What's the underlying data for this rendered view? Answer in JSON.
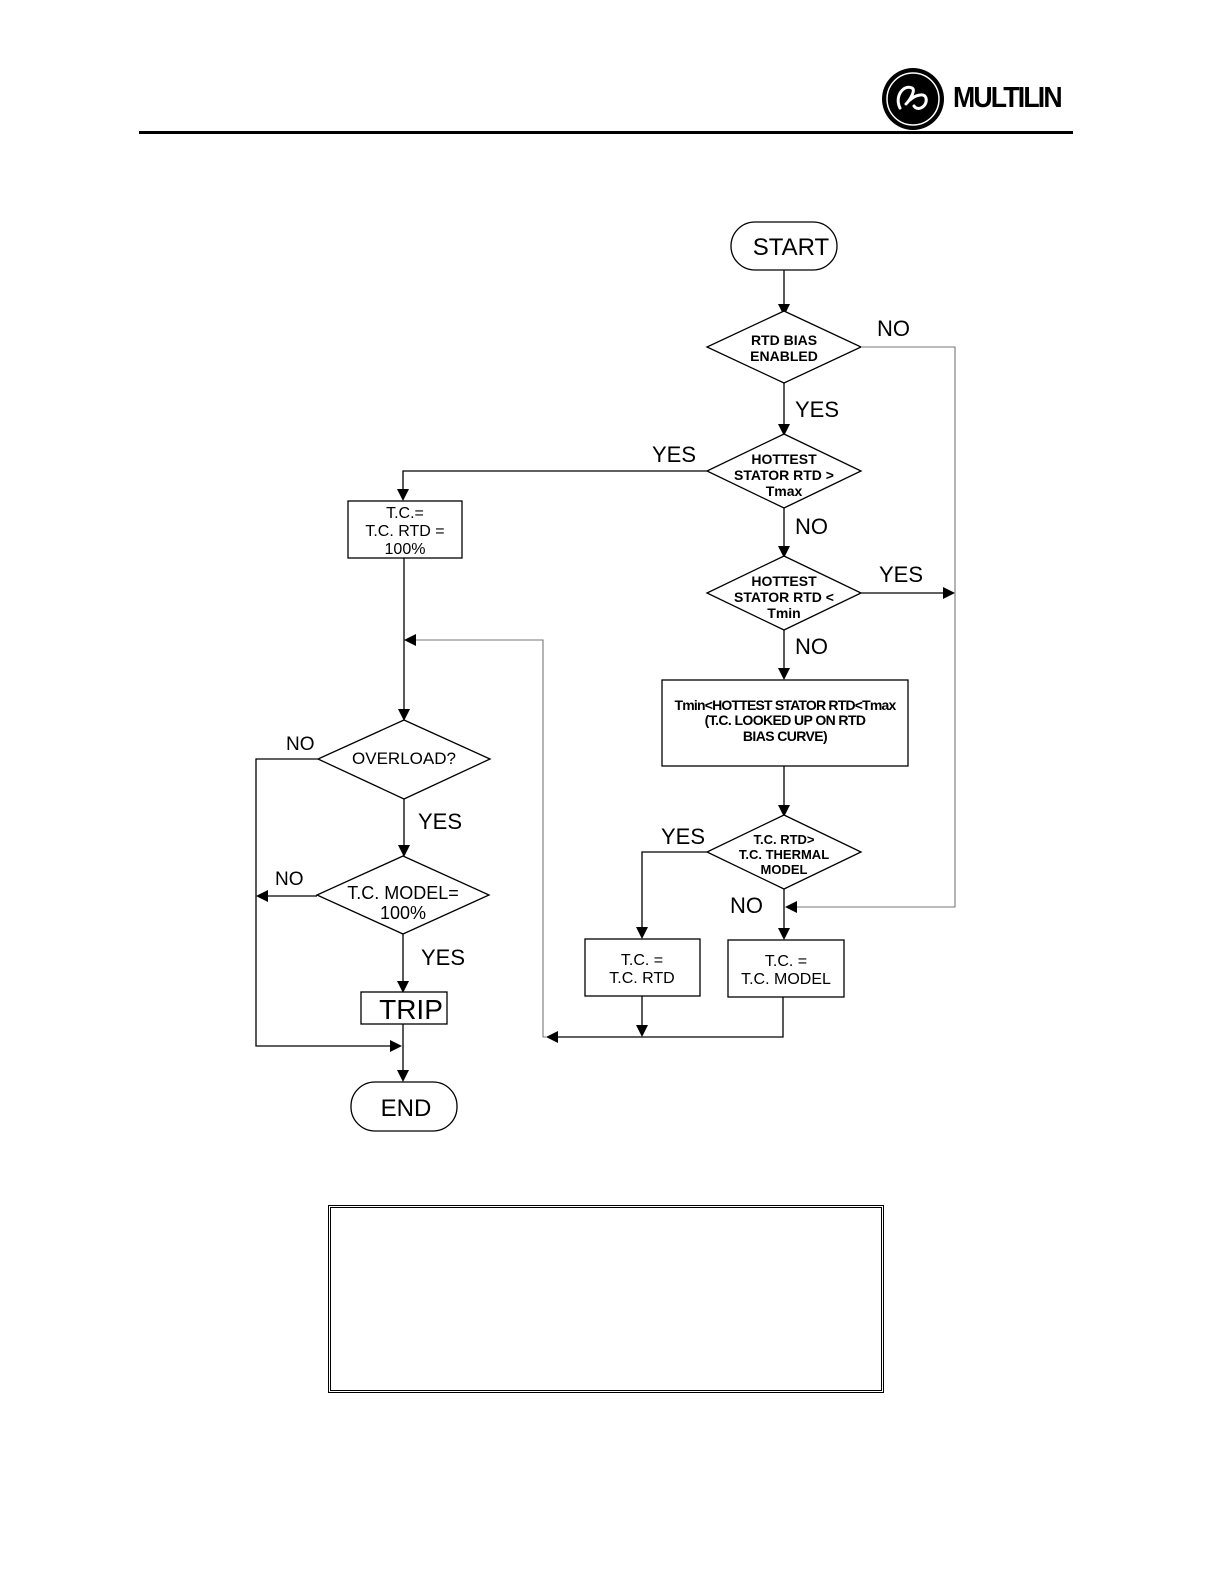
{
  "header": {
    "logo_icon": "ge-monogram-icon",
    "brand": "MULTILIN"
  },
  "flowchart": {
    "start": "START",
    "end": "END",
    "rtd_bias_enabled": [
      "RTD BIAS",
      "ENABLED"
    ],
    "hottest_gt_tmax": [
      "HOTTEST",
      "STATOR RTD >",
      "Tmax"
    ],
    "hottest_lt_tmin": [
      "HOTTEST",
      "STATOR RTD <",
      "Tmin"
    ],
    "lookup_box": [
      "Tmin<HOTTEST STATOR RTD<Tmax",
      "(T.C. LOOKED UP ON RTD",
      "BIAS CURVE)"
    ],
    "tc_rtd_gt_model": [
      "T.C. RTD>",
      "T.C. THERMAL",
      "MODEL"
    ],
    "tc_100_box": [
      "T.C.=",
      "T.C. RTD =",
      "100%"
    ],
    "overload": "OVERLOAD?",
    "tc_model_100": [
      "T.C. MODEL=",
      "100%"
    ],
    "trip": "TRIP",
    "tc_eq_rtd_box": [
      "T.C. =",
      "T.C. RTD"
    ],
    "tc_eq_model_box": [
      "T.C. =",
      "T.C. MODEL"
    ],
    "labels": {
      "yes": "YES",
      "no": "NO"
    }
  }
}
